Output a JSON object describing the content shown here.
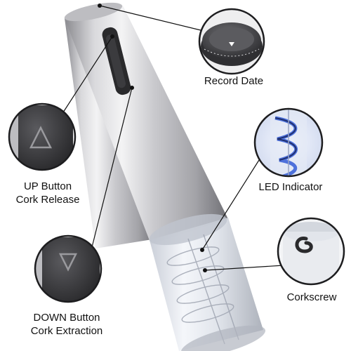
{
  "callouts": {
    "record_date": {
      "label": "Record Date"
    },
    "up_button": {
      "line1": "UP Button",
      "line2": "Cork Release"
    },
    "led_indicator": {
      "label": "LED Indicator"
    },
    "down_button": {
      "line1": "DOWN Button",
      "line2": "Cork Extraction"
    },
    "corkscrew": {
      "label": "Corkscrew"
    }
  },
  "colors": {
    "steel_light": "#e9e9eb",
    "steel_dark": "#8d8d92",
    "button_black": "#2a2a2c",
    "led_blue": "#3d64d8",
    "leader_line": "#111111"
  },
  "icons": [
    "triangle-up-icon",
    "triangle-down-icon",
    "corkscrew-icon",
    "date-dial-icon"
  ]
}
